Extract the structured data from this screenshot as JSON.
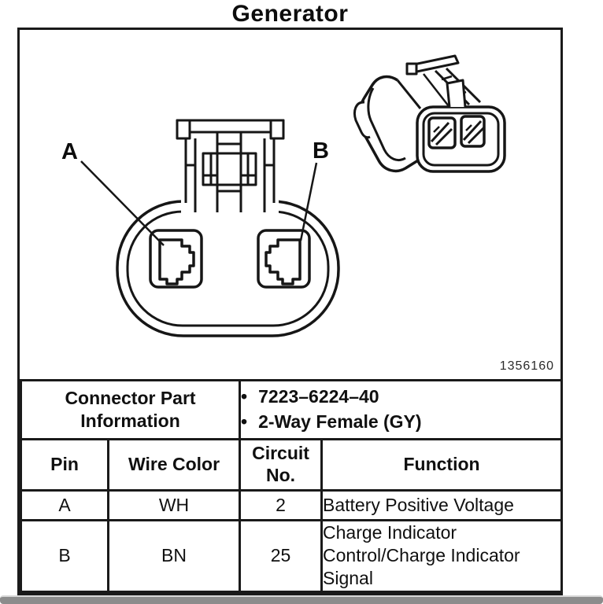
{
  "page": {
    "title": "Generator"
  },
  "diagram": {
    "pin_a_label": "A",
    "pin_b_label": "B",
    "figure_number": "1356160"
  },
  "table": {
    "part_info": {
      "label": "Connector Part Information",
      "bullet": "•",
      "items": [
        "7223–6224–40",
        "2-Way Female (GY)"
      ]
    },
    "headers": {
      "pin": "Pin",
      "wire_color": "Wire Color",
      "circuit_no": "Circuit No.",
      "function": "Function"
    },
    "rows": [
      {
        "pin": "A",
        "wire_color": "WH",
        "circuit_no": "2",
        "function": "Battery Positive Voltage"
      },
      {
        "pin": "B",
        "wire_color": "BN",
        "circuit_no": "25",
        "function": "Charge Indicator Control/Charge Indicator Signal"
      }
    ]
  },
  "colors": {
    "line": "#161616",
    "background": "#ffffff",
    "scrollbar": "#8c8c8c"
  }
}
